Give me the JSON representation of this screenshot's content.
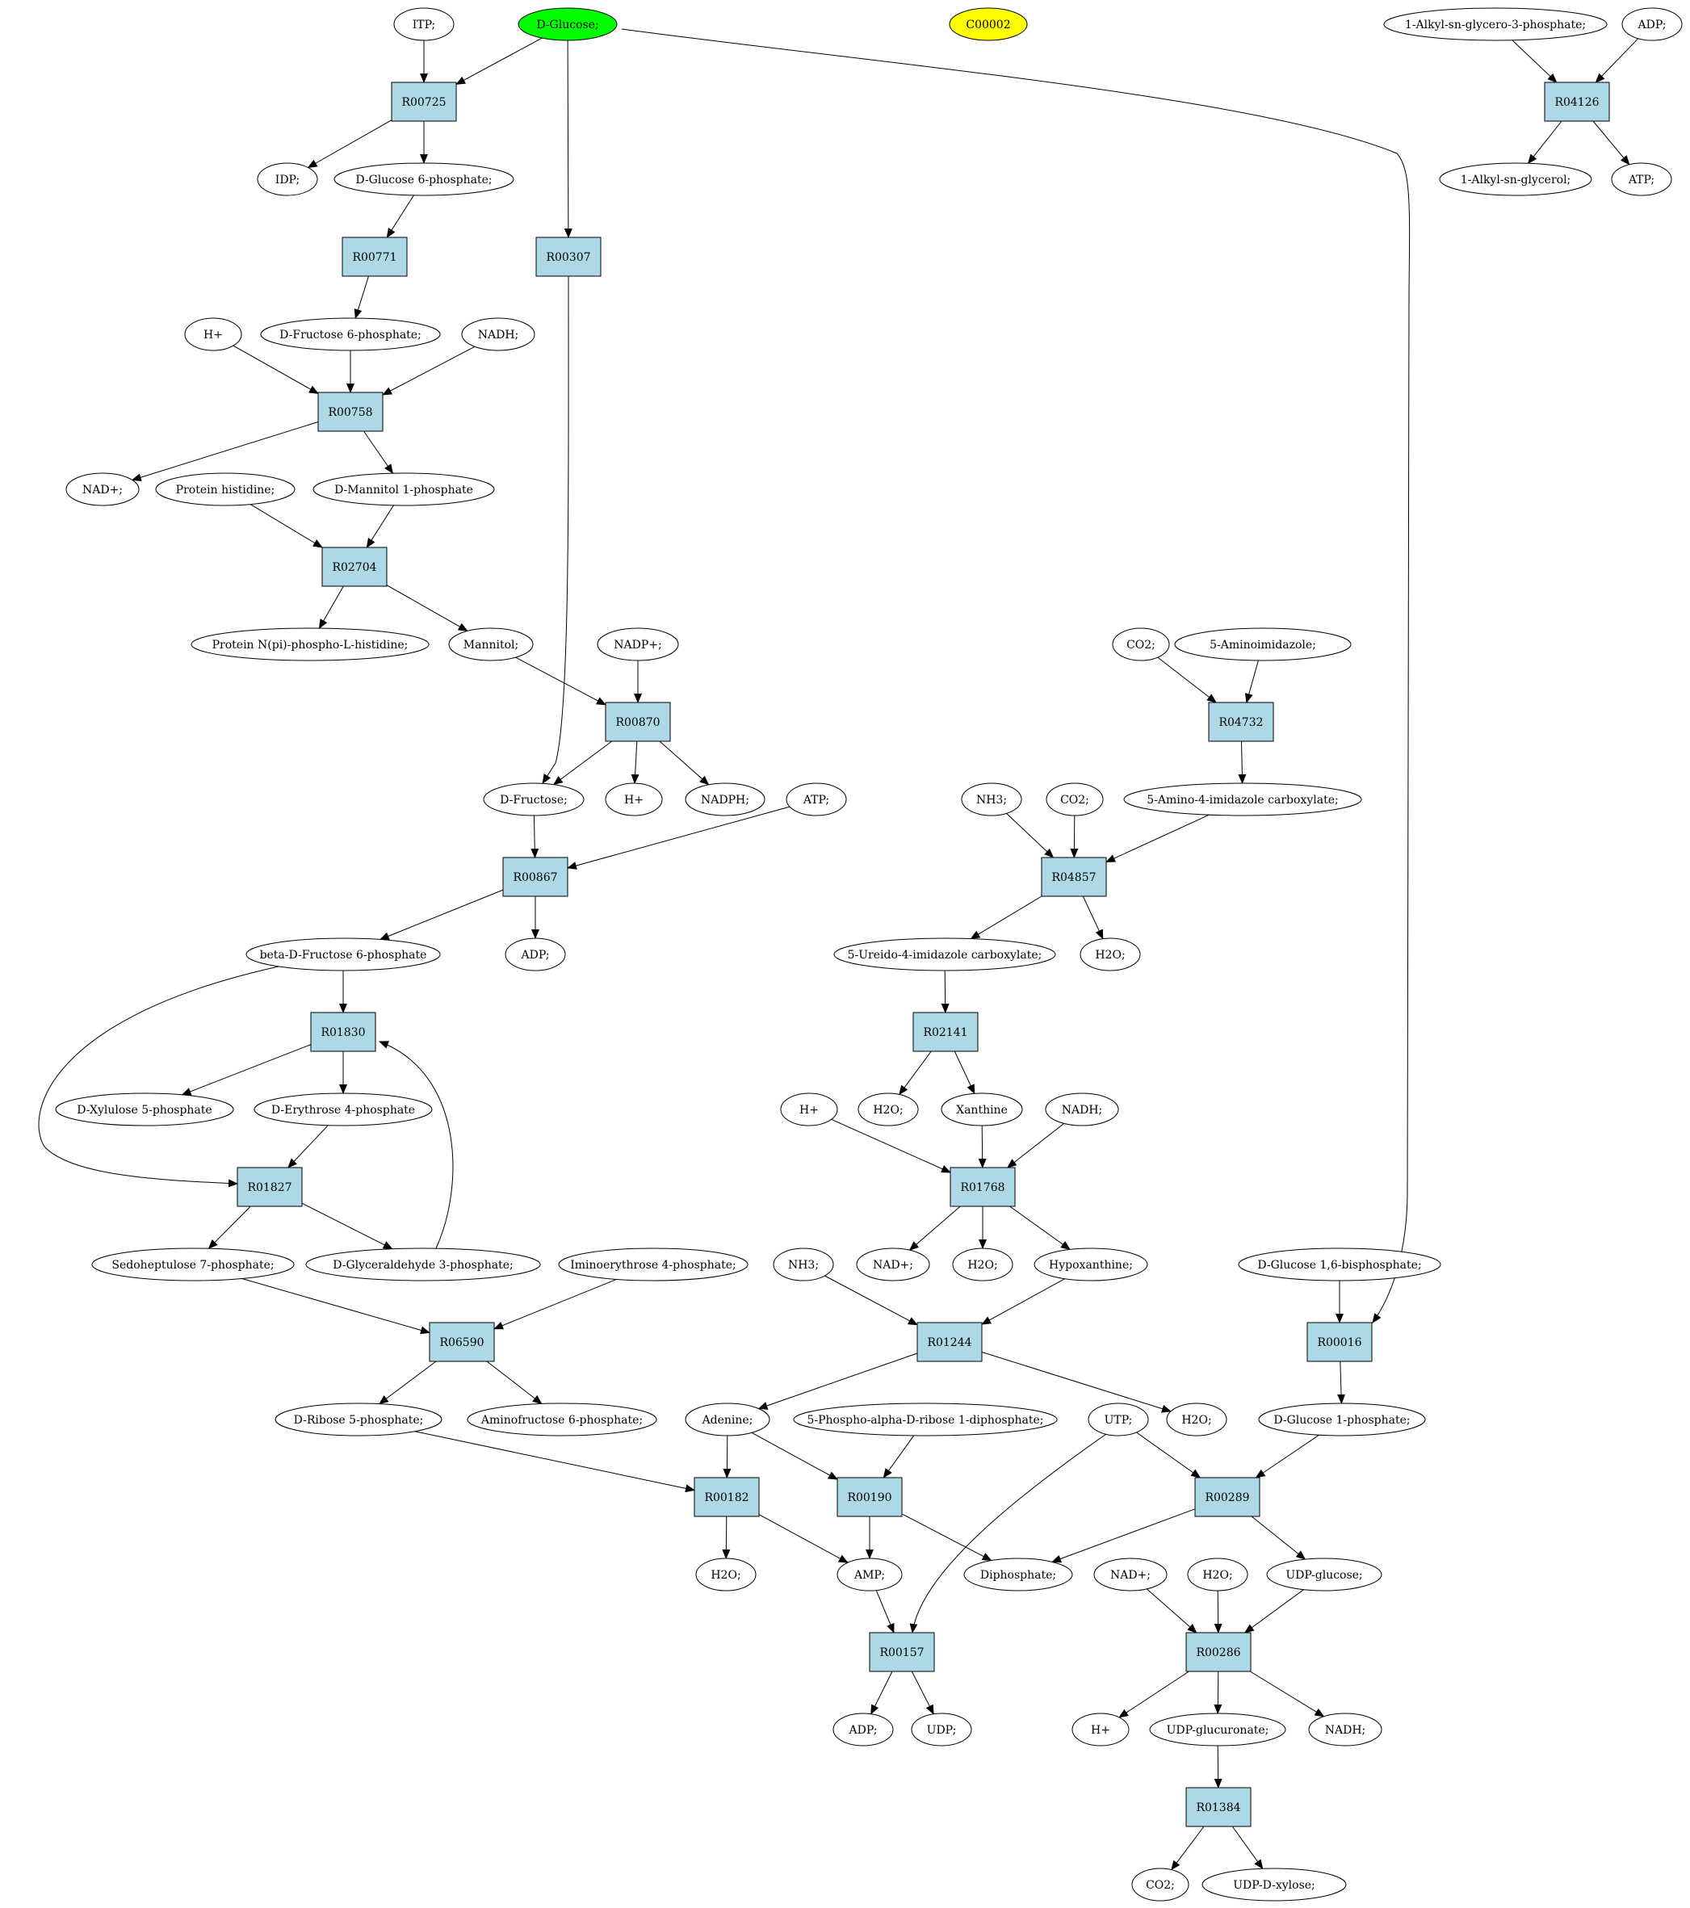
{
  "colors": {
    "background": "#ffffff",
    "stroke": "#000000",
    "reaction_fill": "#add8e6",
    "compound_fill": "#ffffff",
    "start_fill": "#00ff00",
    "highlight_fill": "#ffff00"
  },
  "nodes": [
    {
      "id": "n_itp",
      "label": "ITP;",
      "kind": "compound"
    },
    {
      "id": "n_glc",
      "label": "D-Glucose;",
      "kind": "start"
    },
    {
      "id": "n_c00002",
      "label": "C00002",
      "kind": "highlight"
    },
    {
      "id": "n_alkylg3p",
      "label": "1-Alkyl-sn-glycero-3-phosphate;",
      "kind": "compound"
    },
    {
      "id": "n_adp1",
      "label": "ADP;",
      "kind": "compound"
    },
    {
      "id": "n_r00725",
      "label": "R00725",
      "kind": "reaction"
    },
    {
      "id": "n_r04126",
      "label": "R04126",
      "kind": "reaction"
    },
    {
      "id": "n_idp",
      "label": "IDP;",
      "kind": "compound"
    },
    {
      "id": "n_g6p",
      "label": "D-Glucose 6-phosphate;",
      "kind": "compound"
    },
    {
      "id": "n_alkylg",
      "label": "1-Alkyl-sn-glycerol;",
      "kind": "compound"
    },
    {
      "id": "n_atp1",
      "label": "ATP;",
      "kind": "compound"
    },
    {
      "id": "n_r00771",
      "label": "R00771",
      "kind": "reaction"
    },
    {
      "id": "n_r00307",
      "label": "R00307",
      "kind": "reaction"
    },
    {
      "id": "n_hplus1",
      "label": "H+",
      "kind": "compound"
    },
    {
      "id": "n_f6p",
      "label": "D-Fructose 6-phosphate;",
      "kind": "compound"
    },
    {
      "id": "n_nadh1",
      "label": "NADH;",
      "kind": "compound"
    },
    {
      "id": "n_r00758",
      "label": "R00758",
      "kind": "reaction"
    },
    {
      "id": "n_nadplus1",
      "label": "NAD+;",
      "kind": "compound"
    },
    {
      "id": "n_prothis",
      "label": "Protein histidine;",
      "kind": "compound"
    },
    {
      "id": "n_mannitol1p",
      "label": "D-Mannitol 1-phosphate",
      "kind": "compound"
    },
    {
      "id": "n_r02704",
      "label": "R02704",
      "kind": "reaction"
    },
    {
      "id": "n_protnpi",
      "label": "Protein N(pi)-phospho-L-histidine;",
      "kind": "compound"
    },
    {
      "id": "n_mannitol",
      "label": "Mannitol;",
      "kind": "compound"
    },
    {
      "id": "n_nadpplus",
      "label": "NADP+;",
      "kind": "compound"
    },
    {
      "id": "n_co2_1",
      "label": "CO2;",
      "kind": "compound"
    },
    {
      "id": "n_5ai",
      "label": "5-Aminoimidazole;",
      "kind": "compound"
    },
    {
      "id": "n_r00870",
      "label": "R00870",
      "kind": "reaction"
    },
    {
      "id": "n_r04732",
      "label": "R04732",
      "kind": "reaction"
    },
    {
      "id": "n_fru",
      "label": "D-Fructose;",
      "kind": "compound"
    },
    {
      "id": "n_hplus2",
      "label": "H+",
      "kind": "compound"
    },
    {
      "id": "n_nadph",
      "label": "NADPH;",
      "kind": "compound"
    },
    {
      "id": "n_atp2",
      "label": "ATP;",
      "kind": "compound"
    },
    {
      "id": "n_nh3_1",
      "label": "NH3;",
      "kind": "compound"
    },
    {
      "id": "n_co2_2",
      "label": "CO2;",
      "kind": "compound"
    },
    {
      "id": "n_5a4ic",
      "label": "5-Amino-4-imidazole carboxylate;",
      "kind": "compound"
    },
    {
      "id": "n_r00867",
      "label": "R00867",
      "kind": "reaction"
    },
    {
      "id": "n_r04857",
      "label": "R04857",
      "kind": "reaction"
    },
    {
      "id": "n_bf6p",
      "label": "beta-D-Fructose 6-phosphate",
      "kind": "compound"
    },
    {
      "id": "n_adp2",
      "label": "ADP;",
      "kind": "compound"
    },
    {
      "id": "n_5u4ic",
      "label": "5-Ureido-4-imidazole carboxylate;",
      "kind": "compound"
    },
    {
      "id": "n_h2o_1",
      "label": "H2O;",
      "kind": "compound"
    },
    {
      "id": "n_r01830",
      "label": "R01830",
      "kind": "reaction"
    },
    {
      "id": "n_r02141",
      "label": "R02141",
      "kind": "reaction"
    },
    {
      "id": "n_xu5p",
      "label": "D-Xylulose 5-phosphate",
      "kind": "compound"
    },
    {
      "id": "n_e4p",
      "label": "D-Erythrose 4-phosphate",
      "kind": "compound"
    },
    {
      "id": "n_hplus3",
      "label": "H+",
      "kind": "compound"
    },
    {
      "id": "n_h2o_2",
      "label": "H2O;",
      "kind": "compound"
    },
    {
      "id": "n_xan",
      "label": "Xanthine",
      "kind": "compound"
    },
    {
      "id": "n_nadh2",
      "label": "NADH;",
      "kind": "compound"
    },
    {
      "id": "n_r01827",
      "label": "R01827",
      "kind": "reaction"
    },
    {
      "id": "n_r01768",
      "label": "R01768",
      "kind": "reaction"
    },
    {
      "id": "n_s7p",
      "label": "Sedoheptulose 7-phosphate;",
      "kind": "compound"
    },
    {
      "id": "n_g3p",
      "label": "D-Glyceraldehyde 3-phosphate;",
      "kind": "compound"
    },
    {
      "id": "n_ie4p",
      "label": "Iminoerythrose 4-phosphate;",
      "kind": "compound"
    },
    {
      "id": "n_nh3_2",
      "label": "NH3;",
      "kind": "compound"
    },
    {
      "id": "n_nadplus2",
      "label": "NAD+;",
      "kind": "compound"
    },
    {
      "id": "n_h2o_3",
      "label": "H2O;",
      "kind": "compound"
    },
    {
      "id": "n_hypo",
      "label": "Hypoxanthine;",
      "kind": "compound"
    },
    {
      "id": "n_g16bp",
      "label": "D-Glucose 1,6-bisphosphate;",
      "kind": "compound"
    },
    {
      "id": "n_r06590",
      "label": "R06590",
      "kind": "reaction"
    },
    {
      "id": "n_r01244",
      "label": "R01244",
      "kind": "reaction"
    },
    {
      "id": "n_r00016",
      "label": "R00016",
      "kind": "reaction"
    },
    {
      "id": "n_r5p",
      "label": "D-Ribose 5-phosphate;",
      "kind": "compound"
    },
    {
      "id": "n_af6p",
      "label": "Aminofructose 6-phosphate;",
      "kind": "compound"
    },
    {
      "id": "n_ade",
      "label": "Adenine;",
      "kind": "compound"
    },
    {
      "id": "n_prpp",
      "label": "5-Phospho-alpha-D-ribose 1-diphosphate;",
      "kind": "compound"
    },
    {
      "id": "n_utp",
      "label": "UTP;",
      "kind": "compound"
    },
    {
      "id": "n_h2o_4",
      "label": "H2O;",
      "kind": "compound"
    },
    {
      "id": "n_g1p",
      "label": "D-Glucose 1-phosphate;",
      "kind": "compound"
    },
    {
      "id": "n_r00182",
      "label": "R00182",
      "kind": "reaction"
    },
    {
      "id": "n_r00190",
      "label": "R00190",
      "kind": "reaction"
    },
    {
      "id": "n_r00289",
      "label": "R00289",
      "kind": "reaction"
    },
    {
      "id": "n_h2o_5",
      "label": "H2O;",
      "kind": "compound"
    },
    {
      "id": "n_amp",
      "label": "AMP;",
      "kind": "compound"
    },
    {
      "id": "n_ppi",
      "label": "Diphosphate;",
      "kind": "compound"
    },
    {
      "id": "n_nadplus3",
      "label": "NAD+;",
      "kind": "compound"
    },
    {
      "id": "n_h2o_6",
      "label": "H2O;",
      "kind": "compound"
    },
    {
      "id": "n_udpglc",
      "label": "UDP-glucose;",
      "kind": "compound"
    },
    {
      "id": "n_r00157",
      "label": "R00157",
      "kind": "reaction"
    },
    {
      "id": "n_r00286",
      "label": "R00286",
      "kind": "reaction"
    },
    {
      "id": "n_adp3",
      "label": "ADP;",
      "kind": "compound"
    },
    {
      "id": "n_udp",
      "label": "UDP;",
      "kind": "compound"
    },
    {
      "id": "n_hplus4",
      "label": "H+",
      "kind": "compound"
    },
    {
      "id": "n_udpgluc",
      "label": "UDP-glucuronate;",
      "kind": "compound"
    },
    {
      "id": "n_nadh3",
      "label": "NADH;",
      "kind": "compound"
    },
    {
      "id": "n_r01384",
      "label": "R01384",
      "kind": "reaction"
    },
    {
      "id": "n_co2_3",
      "label": "CO2;",
      "kind": "compound"
    },
    {
      "id": "n_udpxyl",
      "label": "UDP-D-xylose;",
      "kind": "compound"
    }
  ],
  "edges": [
    {
      "from": "n_itp",
      "to": "n_r00725"
    },
    {
      "from": "n_glc",
      "to": "n_r00725"
    },
    {
      "from": "n_r00725",
      "to": "n_idp"
    },
    {
      "from": "n_r00725",
      "to": "n_g6p"
    },
    {
      "from": "n_glc",
      "to": "n_r00307"
    },
    {
      "from": "n_glc",
      "to": "n_r00016"
    },
    {
      "from": "n_alkylg3p",
      "to": "n_r04126"
    },
    {
      "from": "n_adp1",
      "to": "n_r04126"
    },
    {
      "from": "n_r04126",
      "to": "n_alkylg"
    },
    {
      "from": "n_r04126",
      "to": "n_atp1"
    },
    {
      "from": "n_g6p",
      "to": "n_r00771"
    },
    {
      "from": "n_r00771",
      "to": "n_f6p"
    },
    {
      "from": "n_hplus1",
      "to": "n_r00758"
    },
    {
      "from": "n_f6p",
      "to": "n_r00758"
    },
    {
      "from": "n_nadh1",
      "to": "n_r00758"
    },
    {
      "from": "n_r00758",
      "to": "n_nadplus1"
    },
    {
      "from": "n_r00758",
      "to": "n_mannitol1p"
    },
    {
      "from": "n_prothis",
      "to": "n_r02704"
    },
    {
      "from": "n_mannitol1p",
      "to": "n_r02704"
    },
    {
      "from": "n_r02704",
      "to": "n_protnpi"
    },
    {
      "from": "n_r02704",
      "to": "n_mannitol"
    },
    {
      "from": "n_r00307",
      "to": "n_fru"
    },
    {
      "from": "n_mannitol",
      "to": "n_r00870"
    },
    {
      "from": "n_nadpplus",
      "to": "n_r00870"
    },
    {
      "from": "n_r00870",
      "to": "n_fru"
    },
    {
      "from": "n_r00870",
      "to": "n_hplus2"
    },
    {
      "from": "n_r00870",
      "to": "n_nadph"
    },
    {
      "from": "n_fru",
      "to": "n_r00867"
    },
    {
      "from": "n_atp2",
      "to": "n_r00867"
    },
    {
      "from": "n_r00867",
      "to": "n_bf6p"
    },
    {
      "from": "n_r00867",
      "to": "n_adp2"
    },
    {
      "from": "n_bf6p",
      "to": "n_r01830"
    },
    {
      "from": "n_bf6p",
      "to": "n_r01827"
    },
    {
      "from": "n_r01830",
      "to": "n_xu5p"
    },
    {
      "from": "n_r01830",
      "to": "n_e4p"
    },
    {
      "from": "n_e4p",
      "to": "n_r01827"
    },
    {
      "from": "n_g3p",
      "to": "n_r01830"
    },
    {
      "from": "n_r01827",
      "to": "n_s7p"
    },
    {
      "from": "n_r01827",
      "to": "n_g3p"
    },
    {
      "from": "n_s7p",
      "to": "n_r06590"
    },
    {
      "from": "n_ie4p",
      "to": "n_r06590"
    },
    {
      "from": "n_r06590",
      "to": "n_r5p"
    },
    {
      "from": "n_r06590",
      "to": "n_af6p"
    },
    {
      "from": "n_co2_1",
      "to": "n_r04732"
    },
    {
      "from": "n_5ai",
      "to": "n_r04732"
    },
    {
      "from": "n_r04732",
      "to": "n_5a4ic"
    },
    {
      "from": "n_nh3_1",
      "to": "n_r04857"
    },
    {
      "from": "n_co2_2",
      "to": "n_r04857"
    },
    {
      "from": "n_5a4ic",
      "to": "n_r04857"
    },
    {
      "from": "n_r04857",
      "to": "n_5u4ic"
    },
    {
      "from": "n_r04857",
      "to": "n_h2o_1"
    },
    {
      "from": "n_5u4ic",
      "to": "n_r02141"
    },
    {
      "from": "n_r02141",
      "to": "n_h2o_2"
    },
    {
      "from": "n_r02141",
      "to": "n_xan"
    },
    {
      "from": "n_hplus3",
      "to": "n_r01768"
    },
    {
      "from": "n_xan",
      "to": "n_r01768"
    },
    {
      "from": "n_nadh2",
      "to": "n_r01768"
    },
    {
      "from": "n_r01768",
      "to": "n_nadplus2"
    },
    {
      "from": "n_r01768",
      "to": "n_h2o_3"
    },
    {
      "from": "n_r01768",
      "to": "n_hypo"
    },
    {
      "from": "n_nh3_2",
      "to": "n_r01244"
    },
    {
      "from": "n_hypo",
      "to": "n_r01244"
    },
    {
      "from": "n_r01244",
      "to": "n_ade"
    },
    {
      "from": "n_r01244",
      "to": "n_h2o_4"
    },
    {
      "from": "n_g16bp",
      "to": "n_r00016"
    },
    {
      "from": "n_r00016",
      "to": "n_g1p"
    },
    {
      "from": "n_r5p",
      "to": "n_r00182"
    },
    {
      "from": "n_ade",
      "to": "n_r00182"
    },
    {
      "from": "n_ade",
      "to": "n_r00190"
    },
    {
      "from": "n_prpp",
      "to": "n_r00190"
    },
    {
      "from": "n_utp",
      "to": "n_r00289"
    },
    {
      "from": "n_g1p",
      "to": "n_r00289"
    },
    {
      "from": "n_utp",
      "to": "n_r00157"
    },
    {
      "from": "n_r00182",
      "to": "n_h2o_5"
    },
    {
      "from": "n_r00182",
      "to": "n_amp"
    },
    {
      "from": "n_r00190",
      "to": "n_amp"
    },
    {
      "from": "n_r00190",
      "to": "n_ppi"
    },
    {
      "from": "n_r00289",
      "to": "n_ppi"
    },
    {
      "from": "n_r00289",
      "to": "n_udpglc"
    },
    {
      "from": "n_amp",
      "to": "n_r00157"
    },
    {
      "from": "n_r00157",
      "to": "n_adp3"
    },
    {
      "from": "n_r00157",
      "to": "n_udp"
    },
    {
      "from": "n_nadplus3",
      "to": "n_r00286"
    },
    {
      "from": "n_h2o_6",
      "to": "n_r00286"
    },
    {
      "from": "n_udpglc",
      "to": "n_r00286"
    },
    {
      "from": "n_r00286",
      "to": "n_hplus4"
    },
    {
      "from": "n_r00286",
      "to": "n_udpgluc"
    },
    {
      "from": "n_r00286",
      "to": "n_nadh3"
    },
    {
      "from": "n_udpgluc",
      "to": "n_r01384"
    },
    {
      "from": "n_r01384",
      "to": "n_co2_3"
    },
    {
      "from": "n_r01384",
      "to": "n_udpxyl"
    }
  ]
}
